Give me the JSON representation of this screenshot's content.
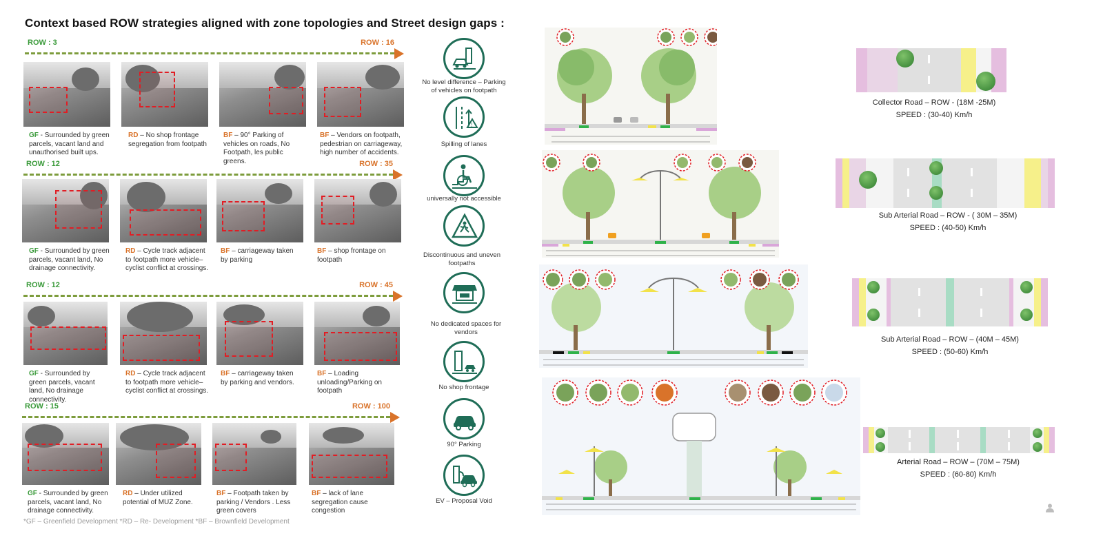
{
  "title": "Context based ROW strategies aligned with zone topologies and Street design gaps :",
  "rows": [
    {
      "left": "ROW : 3",
      "right": "ROW : 16",
      "cards": [
        {
          "code": "GF",
          "text": " - Surrounded by green parcels, vacant land and unauthorised built ups."
        },
        {
          "code": "RD",
          "text": " – No shop frontage segregation from footpath"
        },
        {
          "code": "BF",
          "text": " – 90° Parking of vehicles on roads, No Footpath, les public greens."
        },
        {
          "code": "BF",
          "text": " – Vendors on footpath, pedestrian on carriageway, high number of accidents."
        }
      ]
    },
    {
      "left": "ROW : 12",
      "right": "ROW : 35",
      "cards": [
        {
          "code": "GF",
          "text": " - Surrounded by green parcels, vacant land, No drainage connectivity."
        },
        {
          "code": "RD",
          "text": " – Cycle track adjacent to footpath more vehicle–cyclist conflict at crossings."
        },
        {
          "code": "BF",
          "text": " – carriageway taken by parking"
        },
        {
          "code": "BF",
          "text": " – shop frontage on footpath"
        }
      ]
    },
    {
      "left": "ROW : 12",
      "right": "ROW : 45",
      "cards": [
        {
          "code": "GF",
          "text": " - Surrounded by green parcels, vacant land, No drainage connectivity."
        },
        {
          "code": "RD",
          "text": " – Cycle track adjacent to footpath more vehicle–cyclist conflict at crossings."
        },
        {
          "code": "BF",
          "text": " – carriageway taken by parking and vendors."
        },
        {
          "code": "BF",
          "text": " – Loading unloading/Parking on footpath"
        }
      ]
    },
    {
      "left": "ROW : 15",
      "right": "ROW : 100",
      "cards": [
        {
          "code": "GF",
          "text": " - Surrounded by green parcels, vacant land, No drainage connectivity."
        },
        {
          "code": "RD",
          "text": " – Under utilized potential of MUZ Zone."
        },
        {
          "code": "BF",
          "text": " – Footpath taken by parking / Vendors . Less green covers"
        },
        {
          "code": "BF",
          "text": " – lack of lane segregation cause congestion"
        }
      ]
    }
  ],
  "footnote": "*GF – Greenfield Development *RD – Re- Development *BF – Brownfield Development",
  "gaps": [
    {
      "icon": "parking-on-footpath-icon",
      "label": "No level difference – Parking of vehicles on footpath"
    },
    {
      "icon": "spilling-lanes-icon",
      "label": "Spilling of lanes"
    },
    {
      "icon": "wheelchair-icon",
      "label": "universally not accessible"
    },
    {
      "icon": "pedestrian-warning-icon",
      "label": "Discontinuous and uneven footpaths"
    },
    {
      "icon": "vendor-stall-icon",
      "label": "No dedicated spaces for vendors"
    },
    {
      "icon": "shop-frontage-icon",
      "label": "No shop frontage"
    },
    {
      "icon": "car-parking-icon",
      "label": "90° Parking"
    },
    {
      "icon": "ev-charging-icon",
      "label": "EV – Proposal Void"
    }
  ],
  "roads": [
    {
      "name": "Collector Road – ROW -  (18M -25M)",
      "speed": "SPEED : (30-40) Km/h"
    },
    {
      "name": "Sub Arterial Road –  ROW -  ( 30M – 35M)",
      "speed": "SPEED : (40-50) Km/h"
    },
    {
      "name": "Sub Arterial Road –   ROW – (40M – 45M)",
      "speed": "SPEED : (50-60) Km/h"
    },
    {
      "name": "Arterial Road –  ROW – (70M – 75M)",
      "speed": "SPEED : (60-80) Km/h"
    }
  ],
  "colors": {
    "accent_green": "#3a9a3a",
    "accent_orange": "#d9732a",
    "icon_teal": "#1f6d57",
    "redbox": "#e11d24"
  }
}
